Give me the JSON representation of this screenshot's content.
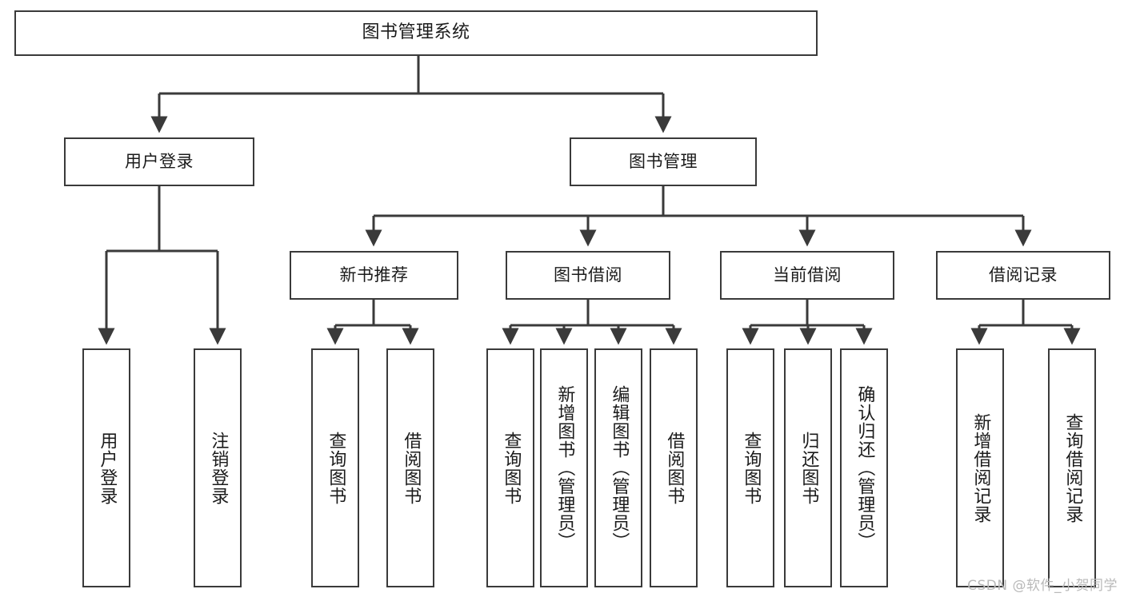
{
  "diagram": {
    "title": "图书管理系统",
    "type": "tree-hierarchy",
    "edge_color": "#3a3a3a",
    "box_border_color": "#3a3a3a",
    "box_fill_color": "#ffffff",
    "text_color": "#1b1b1b",
    "nodes": {
      "root": {
        "label": "图书管理系统"
      },
      "level2": [
        {
          "label": "用户登录"
        },
        {
          "label": "图书管理"
        }
      ],
      "level3": [
        {
          "label": "新书推荐"
        },
        {
          "label": "图书借阅"
        },
        {
          "label": "当前借阅"
        },
        {
          "label": "借阅记录"
        }
      ],
      "leaves": {
        "user_login": [
          {
            "label": "用户登录"
          },
          {
            "label": "注销登录"
          }
        ],
        "new_book_recommend": [
          {
            "label": "查询图书"
          },
          {
            "label": "借阅图书"
          }
        ],
        "book_borrow": [
          {
            "label": "查询图书"
          },
          {
            "label": "新增图书（管理员）"
          },
          {
            "label": "编辑图书（管理员）"
          },
          {
            "label": "借阅图书"
          }
        ],
        "current_borrow": [
          {
            "label": "查询图书"
          },
          {
            "label": "归还图书"
          },
          {
            "label": "确认归还（管理员）"
          }
        ],
        "borrow_record": [
          {
            "label": "新增借阅记录"
          },
          {
            "label": "查询借阅记录"
          }
        ]
      }
    }
  },
  "watermark": {
    "text": "CSDN @软件_小贺同学",
    "color": "#b9b9b9"
  }
}
